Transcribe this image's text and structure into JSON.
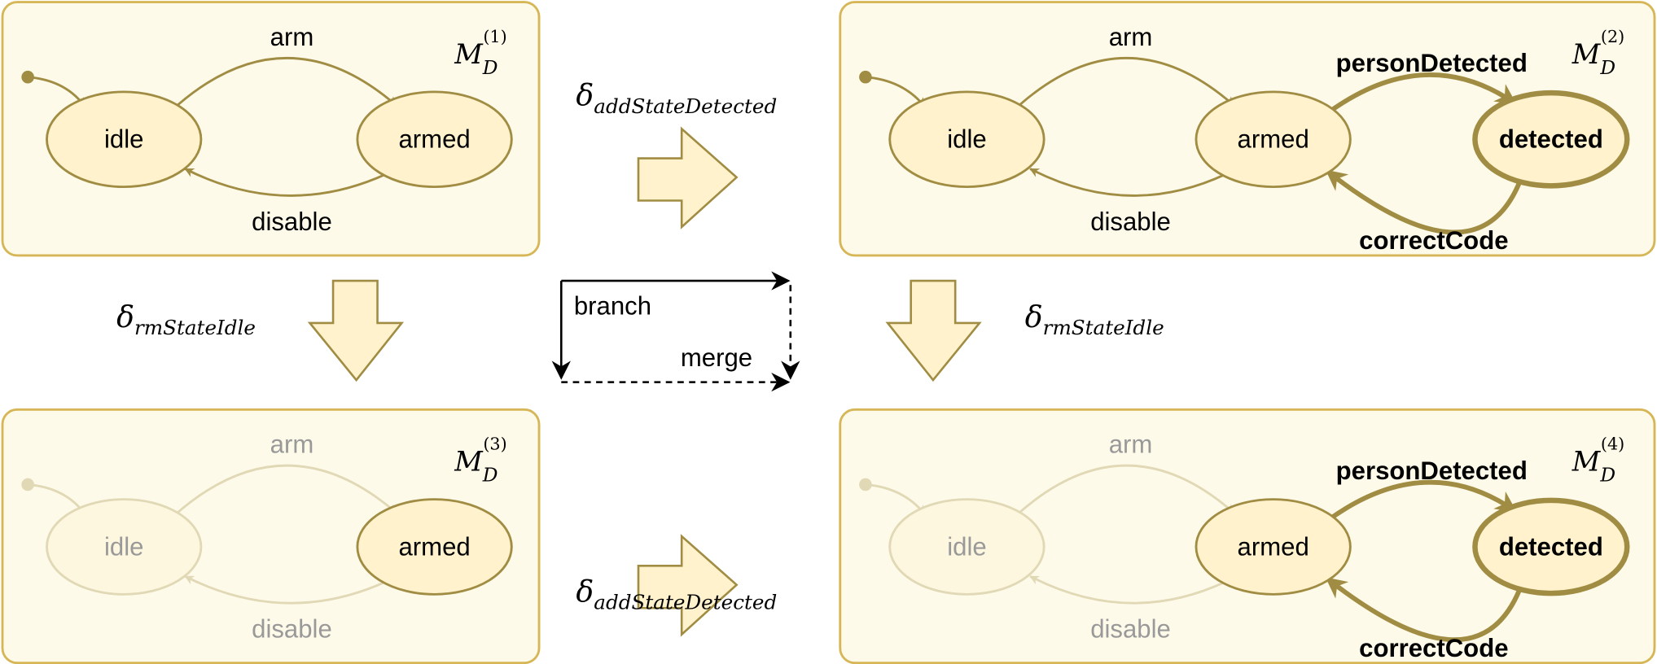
{
  "colors": {
    "panel_fill": "#fefae9",
    "panel_stroke": "#d6b656",
    "state_fill": "#fff2cc",
    "edge_stroke": "#a08c42"
  },
  "panels": [
    {
      "model": "M",
      "sub": "D",
      "sup": "(1)",
      "states": {
        "idle": "idle",
        "armed": "armed"
      },
      "transitions": {
        "arm": "arm",
        "disable": "disable"
      }
    },
    {
      "model": "M",
      "sub": "D",
      "sup": "(2)",
      "states": {
        "idle": "idle",
        "armed": "armed",
        "detected": "detected"
      },
      "transitions": {
        "arm": "arm",
        "disable": "disable",
        "personDetected": "personDetected",
        "correctCode": "correctCode"
      }
    },
    {
      "model": "M",
      "sub": "D",
      "sup": "(3)",
      "states": {
        "idle": "idle",
        "armed": "armed"
      },
      "transitions": {
        "arm": "arm",
        "disable": "disable"
      }
    },
    {
      "model": "M",
      "sub": "D",
      "sup": "(4)",
      "states": {
        "idle": "idle",
        "armed": "armed",
        "detected": "detected"
      },
      "transitions": {
        "arm": "arm",
        "disable": "disable",
        "personDetected": "personDetected",
        "correctCode": "correctCode"
      }
    }
  ],
  "operations": {
    "delta": "δ",
    "add_state_detected": "addStateDetected",
    "rm_state_idle": "rmStateIdle"
  },
  "legend": {
    "branch": "branch",
    "merge": "merge"
  }
}
